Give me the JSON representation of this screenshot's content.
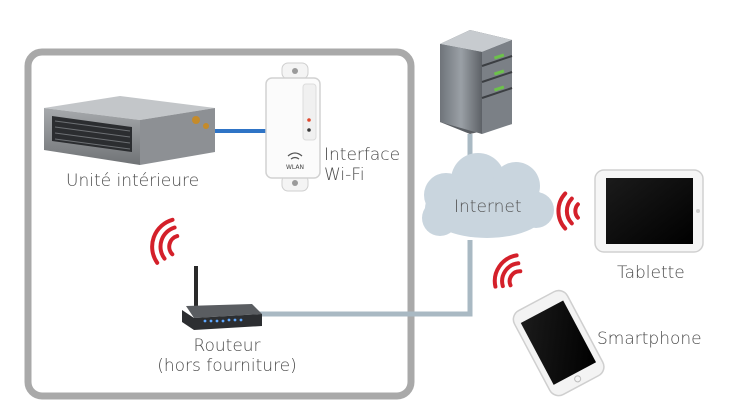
{
  "labels": {
    "indoor_unit": "Unité intérieure",
    "wifi_interface_line1": "Interface",
    "wifi_interface_line2": "Wi-Fi",
    "internet": "Internet",
    "tablet": "Tablette",
    "smartphone": "Smartphone",
    "router_line1": "Routeur",
    "router_line2": "(hors fourniture)",
    "wlan_badge": "WLAN"
  },
  "colors": {
    "frame": "#a9a9a9",
    "cable": "#a9b9c3",
    "blue_cable": "#2f74c6",
    "cloud": "#c9d5de",
    "signal": "#d4202a",
    "server_led": "#6cc24a",
    "text": "#4a4a4a"
  }
}
